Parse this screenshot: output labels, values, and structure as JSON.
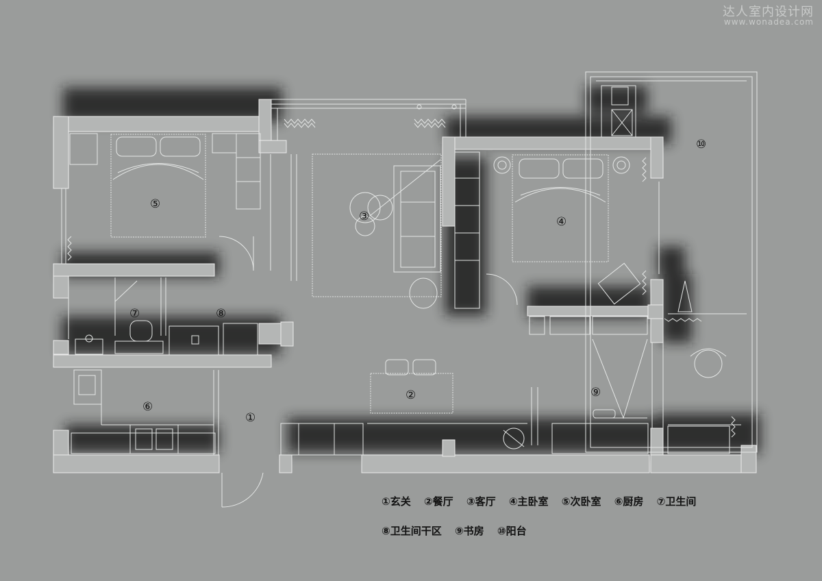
{
  "watermark": {
    "name": "达人室内设计网",
    "url": "www.wonadea.com"
  },
  "rooms": [
    {
      "id": "r1",
      "num": "①"
    },
    {
      "id": "r2",
      "num": "②"
    },
    {
      "id": "r3",
      "num": "③"
    },
    {
      "id": "r4",
      "num": "④"
    },
    {
      "id": "r5",
      "num": "⑤"
    },
    {
      "id": "r6",
      "num": "⑥"
    },
    {
      "id": "r7",
      "num": "⑦"
    },
    {
      "id": "r8",
      "num": "⑧"
    },
    {
      "id": "r9",
      "num": "⑨"
    },
    {
      "id": "r10",
      "num": "⑩"
    }
  ],
  "legend": {
    "row1": [
      "①玄关",
      "②餐厅",
      "③客厅",
      "④主卧室",
      "⑤次卧室",
      "⑥厨房",
      "⑦卫生间"
    ],
    "row2": [
      "⑧卫生间干区",
      "⑨书房",
      "⑩阳台"
    ]
  },
  "colors": {
    "background": "#9a9c9b",
    "wall": "#b4b6b5",
    "line": "#e6e8e7"
  }
}
